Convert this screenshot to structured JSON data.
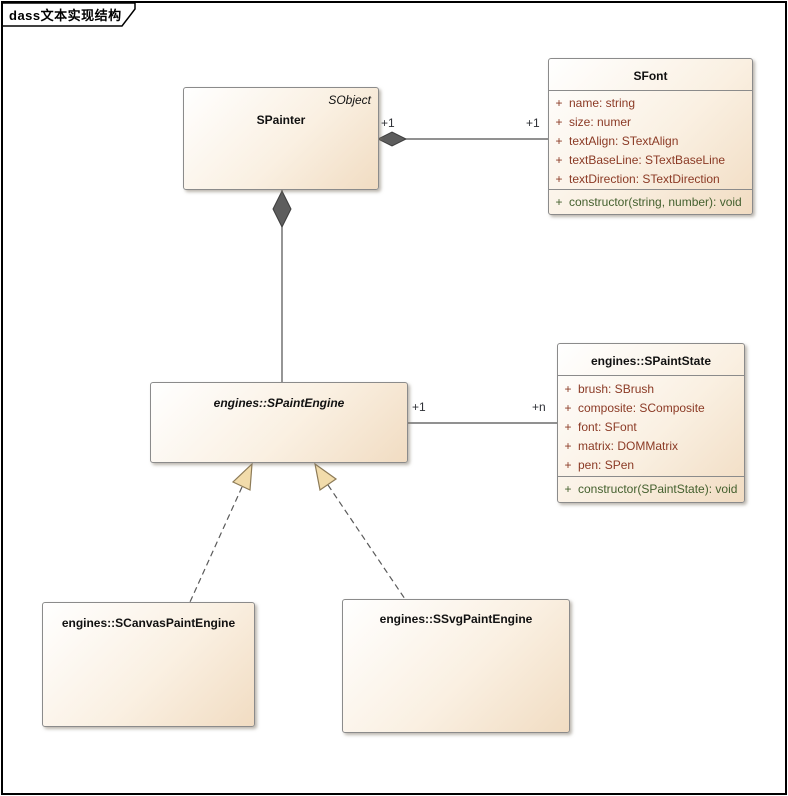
{
  "frame": {
    "label": "dass文本实现结构"
  },
  "colors": {
    "box_fill_start": "#ffffff",
    "box_fill_end": "#f1dcc2",
    "box_border": "#8b8b8b",
    "attribute_text": "#8b3a25",
    "operation_text": "#44602e",
    "connector_line": "#4f4f4f",
    "composition_diamond": "#5d5d5d",
    "generalization_arrow_fill": "#f2dcab"
  },
  "classes": {
    "spainter": {
      "name": "SPainter",
      "stereotype": "SObject"
    },
    "sfont": {
      "name": "SFont",
      "attributes": [
        {
          "vis": "+",
          "text": "name: string"
        },
        {
          "vis": "+",
          "text": "size: numer"
        },
        {
          "vis": "+",
          "text": "textAlign: STextAlign"
        },
        {
          "vis": "+",
          "text": "textBaseLine: STextBaseLine"
        },
        {
          "vis": "+",
          "text": "textDirection: STextDirection"
        }
      ],
      "operations": [
        {
          "vis": "+",
          "text": "constructor(string, number): void"
        }
      ]
    },
    "spaintengine": {
      "name": "engines::SPaintEngine"
    },
    "spaintstate": {
      "name": "engines::SPaintState",
      "attributes": [
        {
          "vis": "+",
          "text": "brush: SBrush"
        },
        {
          "vis": "+",
          "text": "composite: SComposite"
        },
        {
          "vis": "+",
          "text": "font: SFont"
        },
        {
          "vis": "+",
          "text": "matrix: DOMMatrix"
        },
        {
          "vis": "+",
          "text": "pen: SPen"
        }
      ],
      "operations": [
        {
          "vis": "+",
          "text": "constructor(SPaintState): void"
        }
      ]
    },
    "scanvaspaintengine": {
      "name": "engines::SCanvasPaintEngine"
    },
    "ssvgpaintengine": {
      "name": "engines::SSvgPaintEngine"
    }
  },
  "connectors": {
    "painter_font": {
      "type": "composition",
      "source_mult": "+1",
      "target_mult": "+1"
    },
    "painter_engine": {
      "type": "composition"
    },
    "engine_state": {
      "type": "association",
      "source_mult": "+1",
      "target_mult": "+n"
    },
    "canvas_engine": {
      "type": "generalization"
    },
    "svg_engine": {
      "type": "generalization"
    }
  }
}
